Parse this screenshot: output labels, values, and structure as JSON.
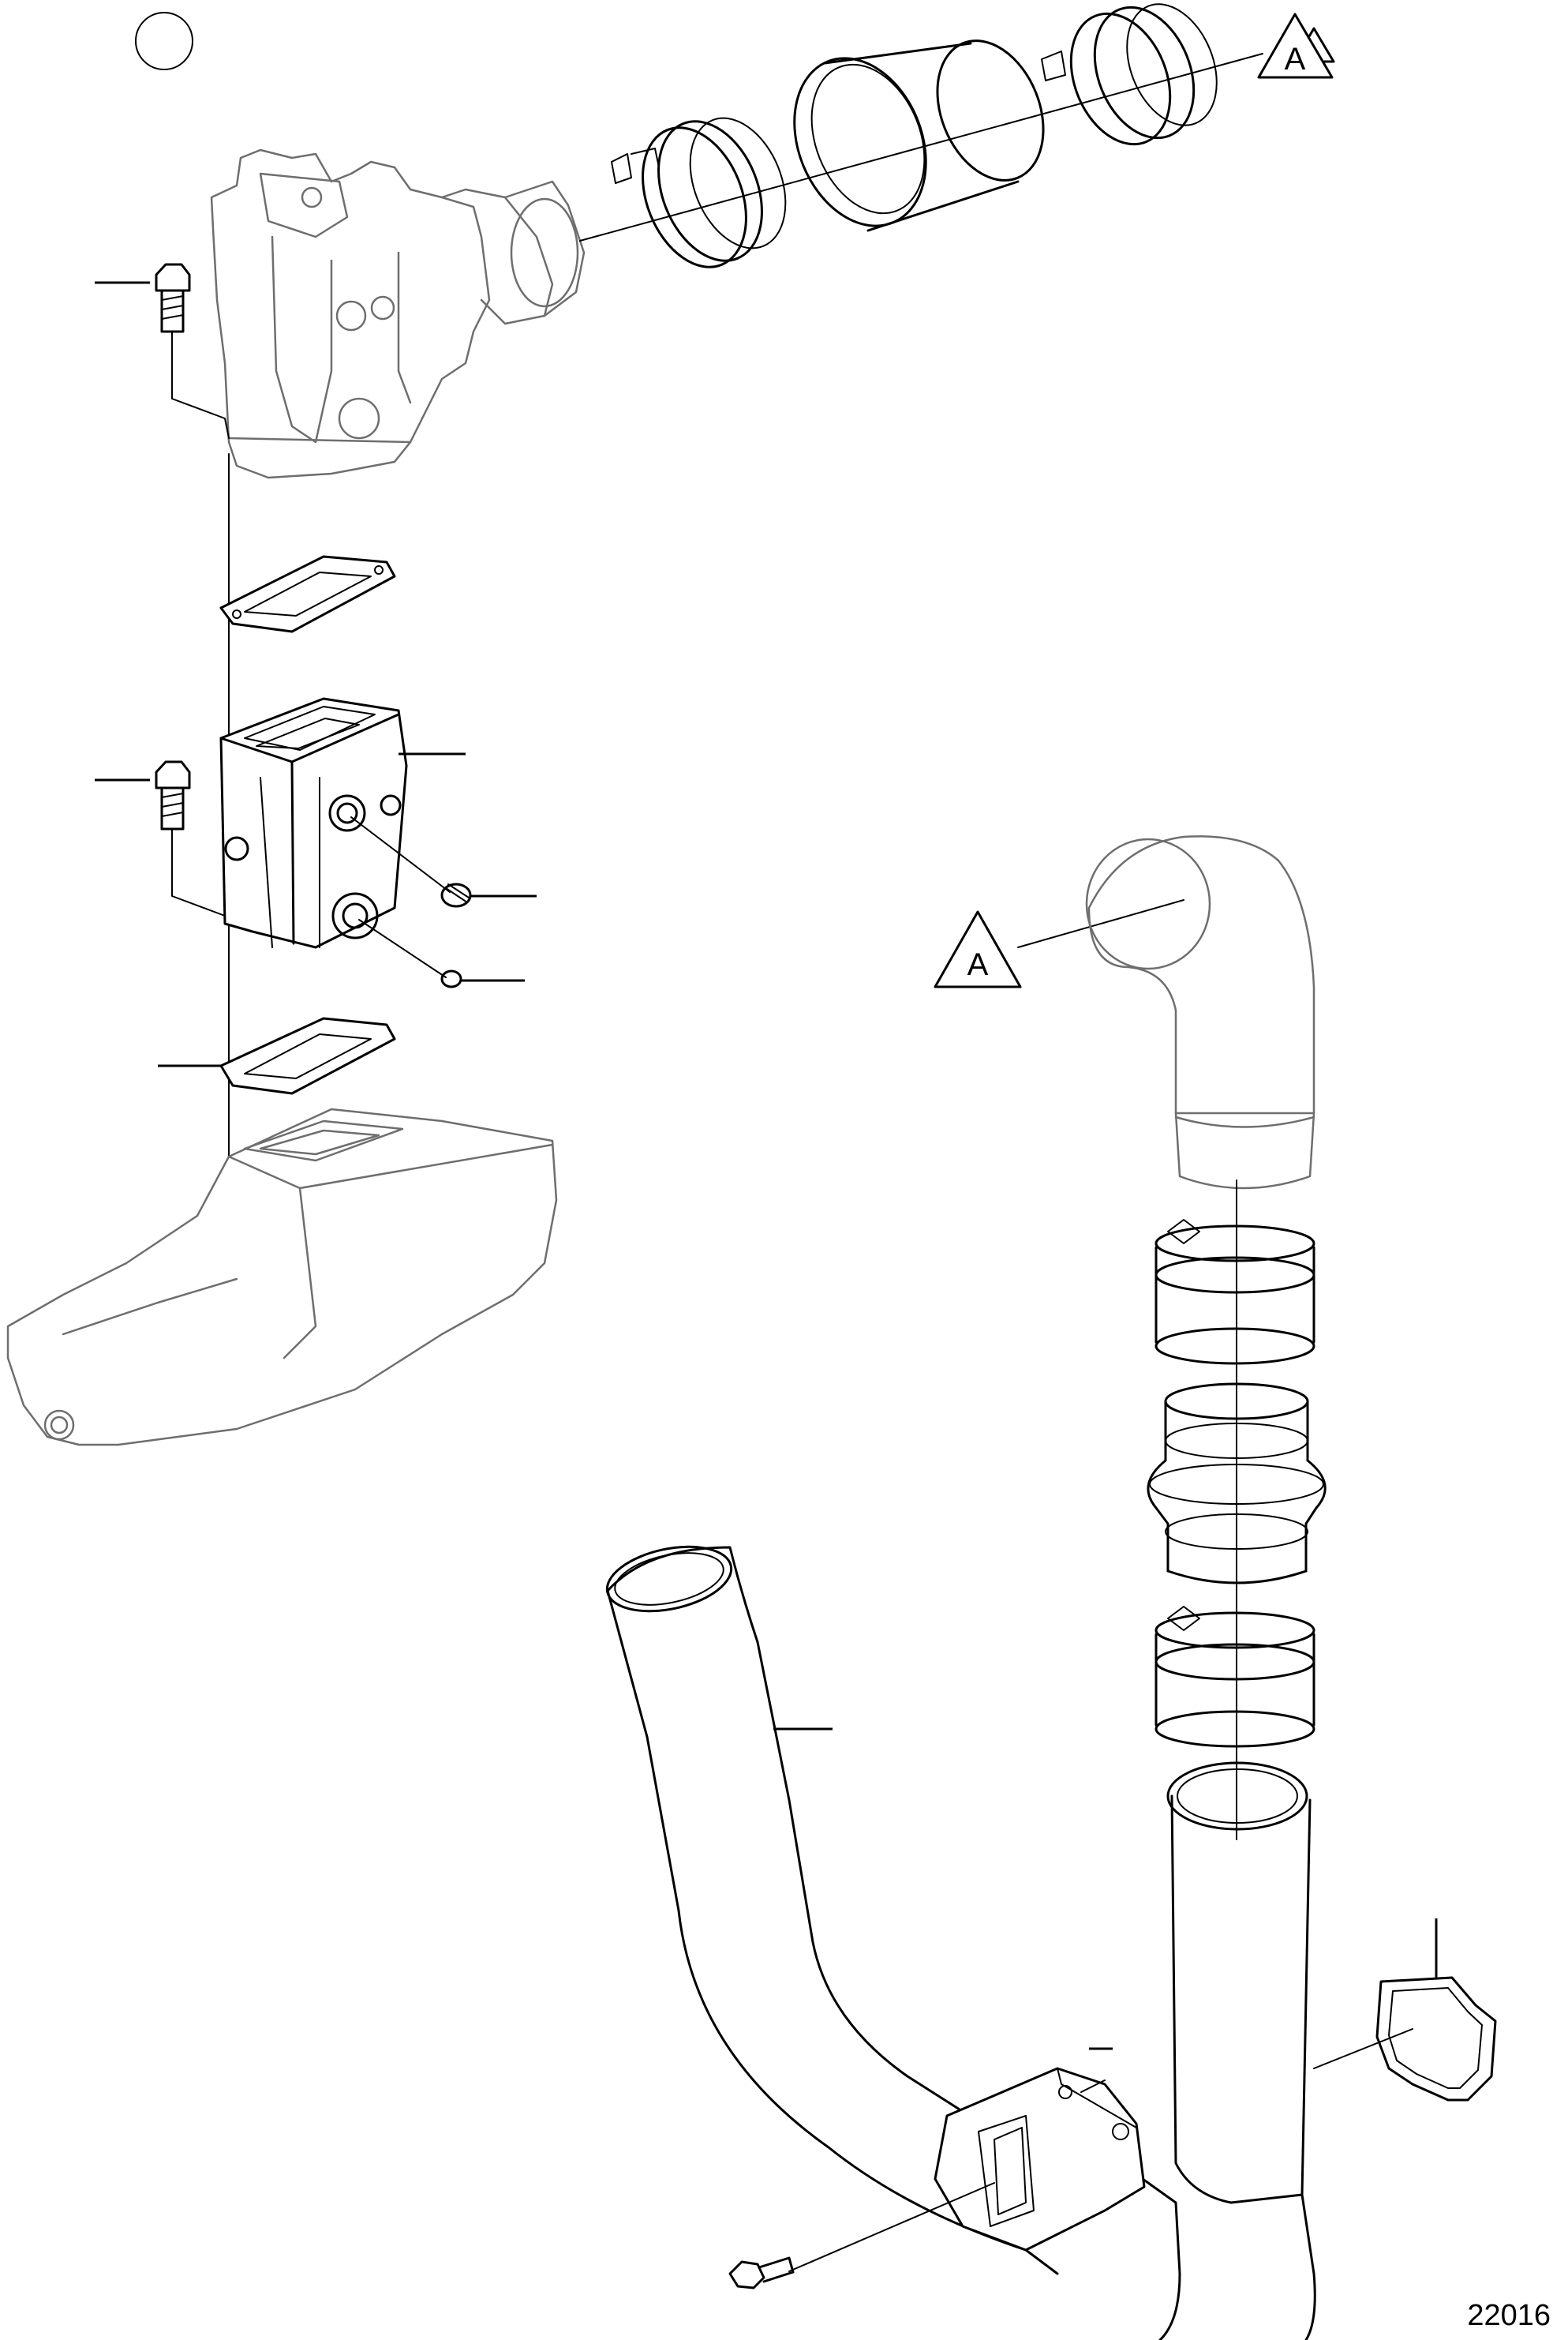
{
  "figure": {
    "reference_number": "22016",
    "callout_letter_top": "A",
    "callout_letter_mid": "A"
  }
}
